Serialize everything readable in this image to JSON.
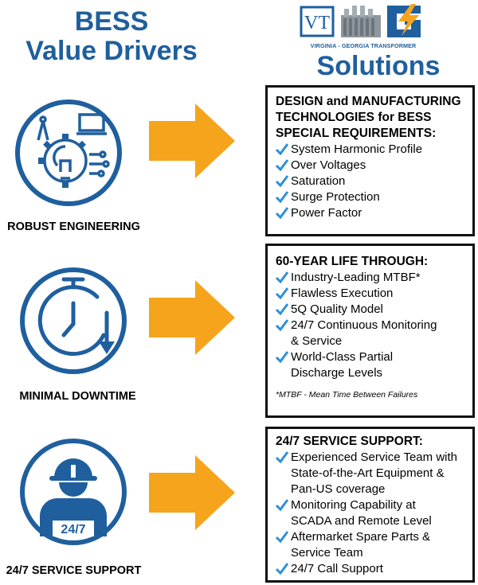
{
  "left_heading": {
    "line1": "BESS",
    "line2": "Value Drivers"
  },
  "logo": {
    "caption": "VIRGINIA - GEORGIA TRANSFORMER",
    "mark": "VT",
    "mark_icon": "transformer-icon"
  },
  "right_heading": "Solutions",
  "colors": {
    "brand_blue": "#1f5f9e",
    "arrow_orange": "#f5a41c",
    "check_blue": "#2f8fd6"
  },
  "drivers": [
    {
      "label": "ROBUST ENGINEERING",
      "icon": "engineering-lightbulb-gear-icon"
    },
    {
      "label": "MINIMAL DOWNTIME",
      "icon": "stopwatch-icon"
    },
    {
      "label": "24/7 SERVICE SUPPORT",
      "icon": "service-worker-hardhat-icon",
      "badge": "24/7"
    }
  ],
  "solutions": [
    {
      "title": "DESIGN and MANUFACTURING TECHNOLOGIES for BESS SPECIAL REQUIREMENTS:",
      "items": [
        "System Harmonic Profile",
        "Over Voltages",
        "Saturation",
        "Surge Protection",
        "Power Factor"
      ]
    },
    {
      "title": "60-YEAR LIFE THROUGH:",
      "items": [
        "Industry-Leading MTBF*",
        "Flawless Execution",
        "5Q Quality Model",
        "24/7 Continuous Monitoring & Service",
        "World-Class Partial Discharge Levels"
      ],
      "note": "*MTBF - Mean Time Between Failures"
    },
    {
      "title": "24/7 SERVICE SUPPORT:",
      "items": [
        "Experienced Service Team with State-of-the-Art Equipment & Pan-US coverage",
        "Monitoring Capability at SCADA and Remote Level",
        "Aftermarket Spare Parts & Service Team",
        "24/7 Call Support"
      ]
    }
  ]
}
